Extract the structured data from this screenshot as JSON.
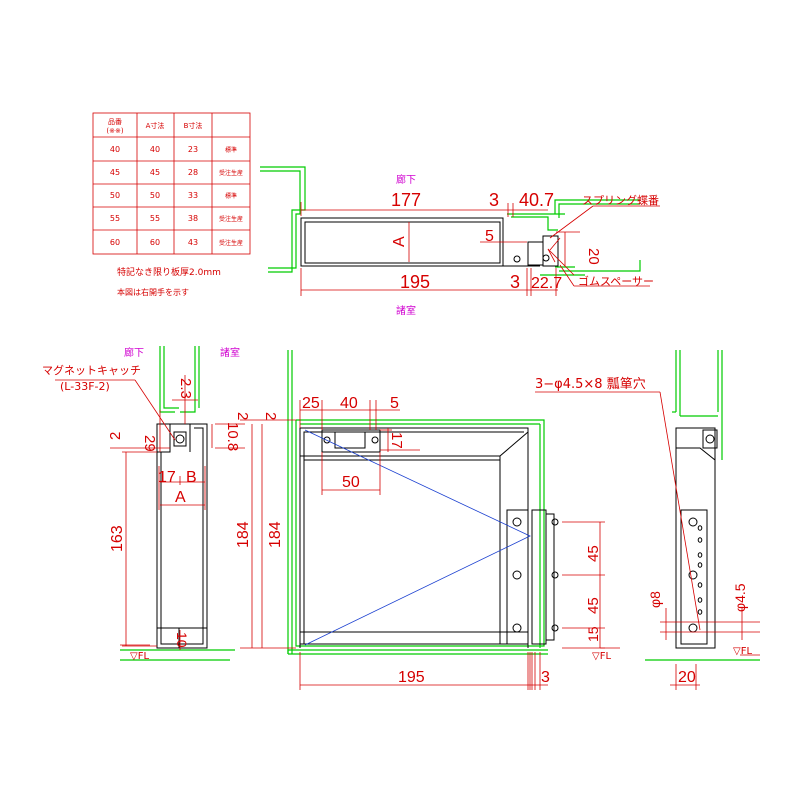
{
  "table": {
    "headers": [
      "品番\n(※※)",
      "A寸法",
      "B寸法",
      ""
    ],
    "rows": [
      [
        "40",
        "40",
        "23",
        "標準"
      ],
      [
        "45",
        "45",
        "28",
        "受注生産"
      ],
      [
        "50",
        "50",
        "33",
        "標準"
      ],
      [
        "55",
        "55",
        "38",
        "受注生産"
      ],
      [
        "60",
        "60",
        "43",
        "受注生産"
      ]
    ]
  },
  "notes": {
    "line1": "特記なき限り板厚2.0mm",
    "line2": "本図は右開手を示す"
  },
  "plan": {
    "corridor": "廊下",
    "room": "諸室",
    "d177": "177",
    "d3_top": "3",
    "d40_7": "40.7",
    "spring_hinge": "スプリング蝶番",
    "d5": "5",
    "dA": "A",
    "d20": "20",
    "d195": "195",
    "d3_bot": "3",
    "d22_7": "22.7",
    "rubber_spacer": "ゴムスペーサー"
  },
  "side": {
    "corridor": "廊下",
    "room": "諸室",
    "magnet_catch": "マグネットキャッチ",
    "magnet_model": "(L-33F-2)",
    "d2_3": "2.3",
    "d2_left": "2",
    "d29": "29",
    "d10_8": "10.8",
    "d17": "17",
    "dB": "B",
    "dA": "A",
    "d163": "163",
    "d10": "10",
    "d2_right": "2",
    "d184": "184",
    "fl": "▽FL"
  },
  "front": {
    "d2": "2",
    "d184": "184",
    "d25": "25",
    "d40": "40",
    "d5": "5",
    "d17": "17",
    "d50": "50",
    "d45a": "45",
    "d45b": "45",
    "d15": "15",
    "fl": "▽FL",
    "d195": "195",
    "d3": "3",
    "hole_spec": "3−φ4.5×8 瓢箪穴"
  },
  "hinge_view": {
    "d8": "φ8",
    "d4_5": "φ4.5",
    "fl": "▽FL",
    "d20": "20"
  }
}
